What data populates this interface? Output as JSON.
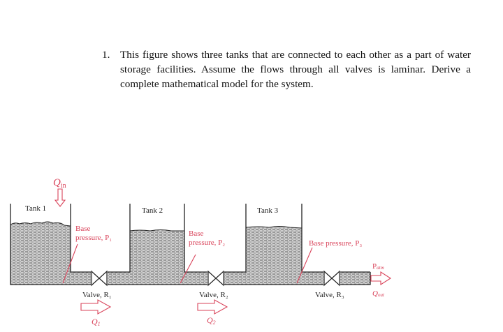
{
  "problem": {
    "number": "1.",
    "text": "This figure shows three tanks that are connected to each other as a part of water storage facilities. Assume the flows through all valves is laminar. Derive a complete mathematical model for the system."
  },
  "figure": {
    "tanks": [
      {
        "label": "Tank 1"
      },
      {
        "label": "Tank 2"
      },
      {
        "label": "Tank 3"
      }
    ],
    "pressures": [
      {
        "line1": "Base",
        "line2": "pressure, P₁"
      },
      {
        "line1": "Base",
        "line2": "pressure, P₂"
      },
      {
        "line1": "Base pressure, P₃"
      }
    ],
    "valves": [
      {
        "label": "Valve, R₁"
      },
      {
        "label": "Valve, R₂"
      },
      {
        "label": "Valve, R₃"
      }
    ],
    "flows": {
      "q_in": "Q",
      "q_in_sub": "in",
      "q1": "Q",
      "q1_sub": "1",
      "q2": "Q",
      "q2_sub": "2",
      "q_out": "Q",
      "q_out_sub": "out",
      "p_atm": "P",
      "p_atm_sub": "atm"
    },
    "colors": {
      "annotation": "#d9435a",
      "line": "#222222",
      "water_fill": "#c8c8c8"
    }
  }
}
